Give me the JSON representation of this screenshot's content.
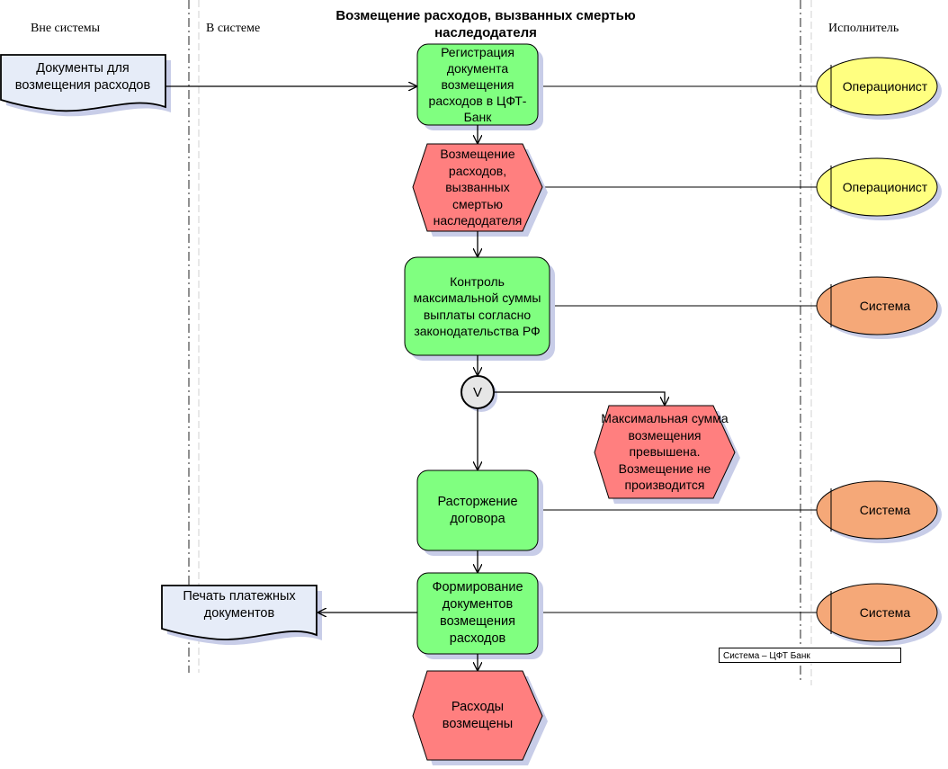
{
  "title": "Возмещение расходов, вызванных смертью наследодателя",
  "lanes": {
    "outside": "Вне системы",
    "inside": "В системе",
    "performer": "Исполнитель"
  },
  "documents": {
    "input": "Документы для возмещения расходов",
    "output": "Печать платежных документов"
  },
  "functions": {
    "register": "Регистрация документа возмещения расходов в ЦФТ-Банк",
    "control": "Контроль максимальной суммы выплаты согласно законодательства РФ",
    "terminate": "Расторжение договора",
    "form_docs": "Формирование документов возмещения расходов"
  },
  "events": {
    "reimbursement": "Возмещение расходов, вызванных смертью наследодателя",
    "exceeded": "Максимальная сумма возмещения превышена. Возмещение не производится",
    "done": "Расходы возмещены"
  },
  "connector": "V",
  "roles": {
    "r1": "Операционист",
    "r2": "Операционист",
    "r3": "Система",
    "r4": "Система",
    "r5": "Система"
  },
  "legend": "Система – ЦФТ Банк",
  "colors": {
    "function_fill": "#80ff80",
    "event_fill": "#ff7f7f",
    "document_fill": "#e6ecf8",
    "operator_fill": "#ffff80",
    "system_fill": "#f5a878",
    "shadow": "#c8cde8"
  }
}
